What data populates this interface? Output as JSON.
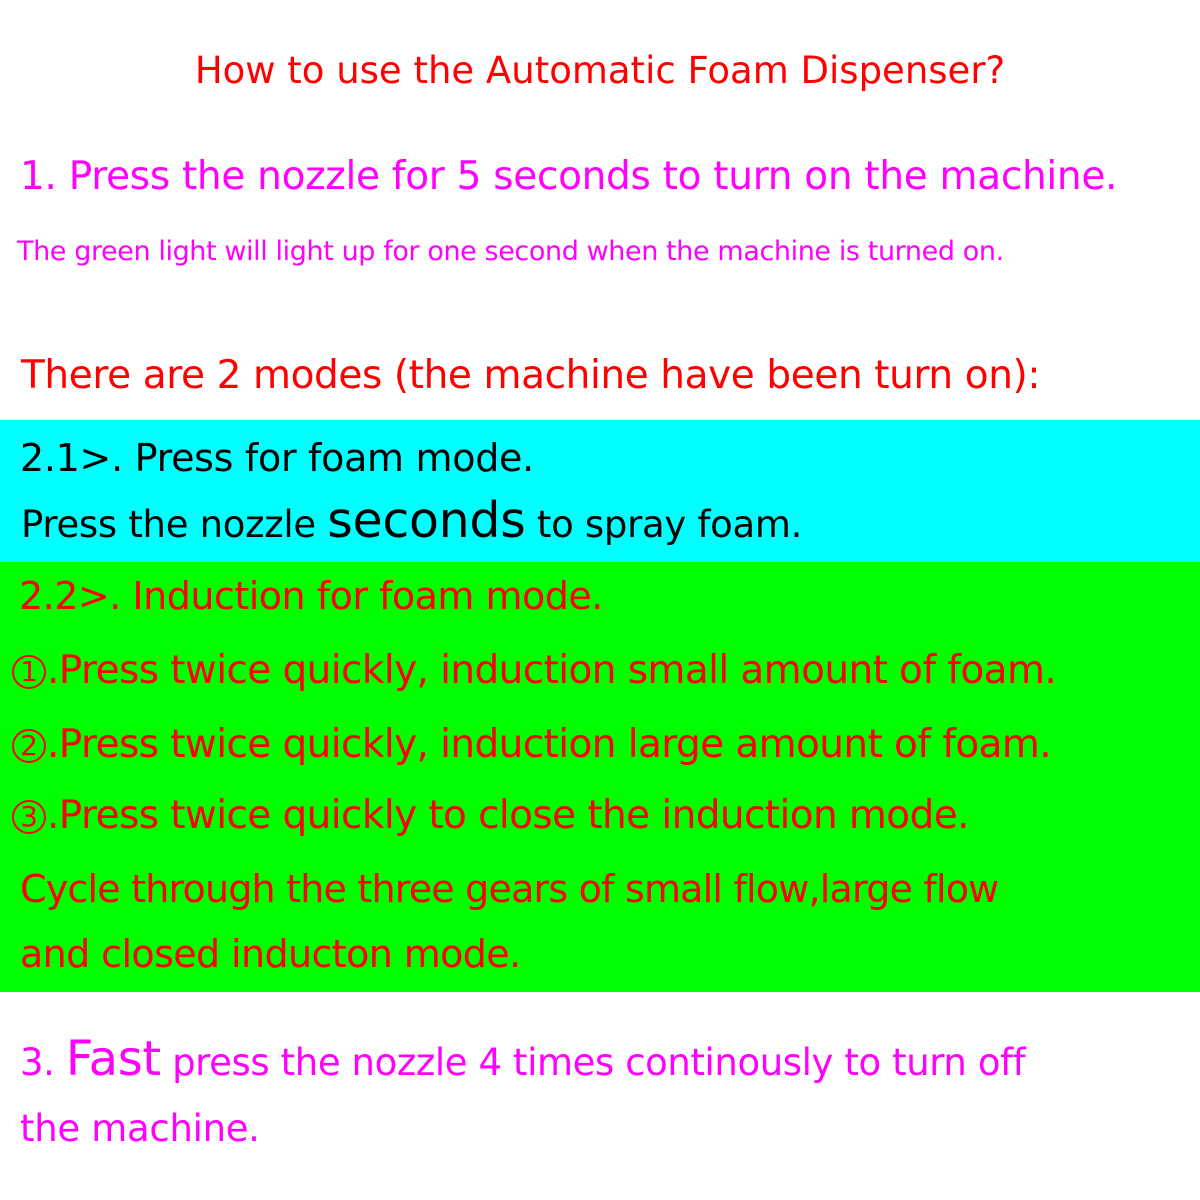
{
  "title": "How to use the Automatic Foam Dispenser?",
  "step1": {
    "text": "1. Press the nozzle for 5 seconds to turn on the machine.",
    "note": "The green light will light up for one second when the machine is turned on."
  },
  "modes_heading": "There are 2 modes (the machine have been turn on):",
  "mode_2_1": {
    "title": "2.1>. Press for foam mode.",
    "desc_before": "Press the nozzle ",
    "desc_emphasis": "seconds",
    "desc_after": " to spray foam."
  },
  "mode_2_2": {
    "title": "2.2>. Induction for foam mode.",
    "options": [
      {
        "marker": "1",
        "text": ".Press twice quickly, induction small amount of foam."
      },
      {
        "marker": "2",
        "text": ".Press twice quickly, induction large amount of foam."
      },
      {
        "marker": "3",
        "text": ".Press twice quickly to close the induction mode."
      }
    ],
    "cycle_line1": "Cycle through the three gears of small flow,large flow",
    "cycle_line2": "and closed inducton mode."
  },
  "step3": {
    "prefix": "3. ",
    "emphasis": "Fast",
    "rest_line1": " press the nozzle 4 times continously to turn off",
    "rest_line2": "the machine."
  },
  "colors": {
    "red": "#ff0000",
    "magenta": "#ff00ff",
    "cyan_band": "#00ffff",
    "green_band": "#00ff00",
    "black": "#000000"
  }
}
